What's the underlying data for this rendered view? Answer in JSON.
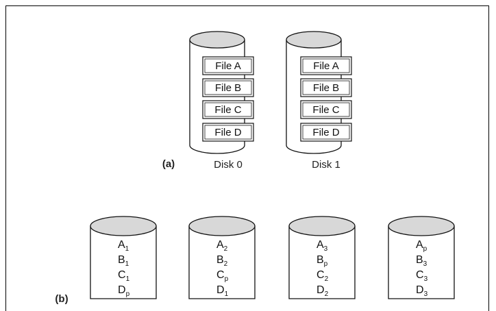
{
  "part_a": {
    "label": "(a)",
    "disks": [
      {
        "name": "Disk 0",
        "files": [
          "File A",
          "File B",
          "File C",
          "File D"
        ]
      },
      {
        "name": "Disk 1",
        "files": [
          "File A",
          "File B",
          "File C",
          "File D"
        ]
      }
    ]
  },
  "part_b": {
    "label": "(b)",
    "disks": [
      {
        "blocks": [
          {
            "base": "A",
            "sub": "1"
          },
          {
            "base": "B",
            "sub": "1"
          },
          {
            "base": "C",
            "sub": "1"
          },
          {
            "base": "D",
            "sub": "p"
          }
        ]
      },
      {
        "blocks": [
          {
            "base": "A",
            "sub": "2"
          },
          {
            "base": "B",
            "sub": "2"
          },
          {
            "base": "C",
            "sub": "p"
          },
          {
            "base": "D",
            "sub": "1"
          }
        ]
      },
      {
        "blocks": [
          {
            "base": "A",
            "sub": "3"
          },
          {
            "base": "B",
            "sub": "p"
          },
          {
            "base": "C",
            "sub": "2"
          },
          {
            "base": "D",
            "sub": "2"
          }
        ]
      },
      {
        "blocks": [
          {
            "base": "A",
            "sub": "p"
          },
          {
            "base": "B",
            "sub": "3"
          },
          {
            "base": "C",
            "sub": "3"
          },
          {
            "base": "D",
            "sub": "3"
          }
        ]
      }
    ]
  },
  "colors": {
    "disk_top": "#d8d8d8",
    "stroke": "#111111"
  }
}
